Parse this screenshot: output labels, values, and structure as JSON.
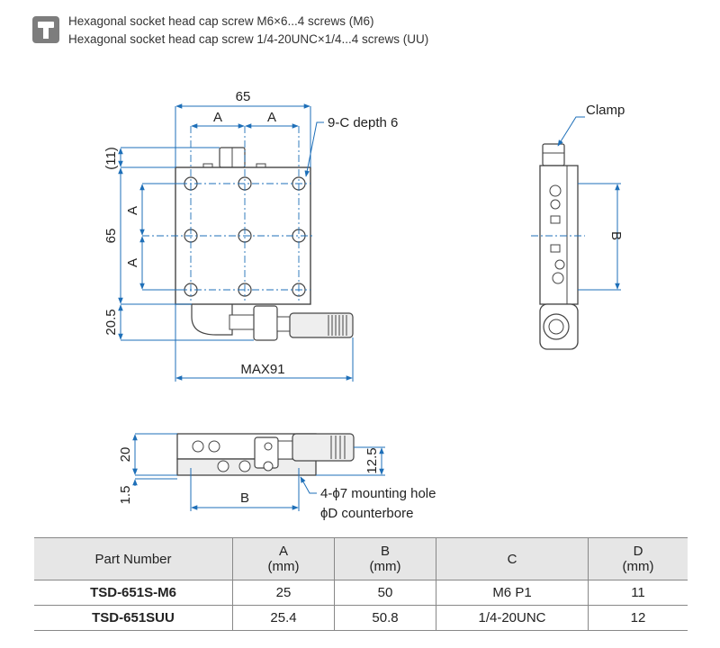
{
  "notes": {
    "line1": "Hexagonal socket head cap screw M6×6...4 screws (M6)",
    "line2": "Hexagonal socket head cap screw 1/4-20UNC×1/4...4 screws (UU)"
  },
  "drawing": {
    "top_view": {
      "width": "65",
      "pitch_x": "A",
      "pitch_x2": "A",
      "hole_note": "9-C depth 6",
      "offset_top": "(11)",
      "height": "65",
      "pitch_y": "A",
      "pitch_y2": "A",
      "micrometer_offset": "20.5",
      "max_width": "MAX91"
    },
    "side_view": {
      "clamp_label": "Clamp",
      "pitch": "B"
    },
    "front_view": {
      "height": "20",
      "base_height": "1.5",
      "table_height": "12.5",
      "pitch": "B",
      "mounting_note": "4-ϕ7 mounting hole",
      "counterbore_note": "ϕD counterbore"
    }
  },
  "table": {
    "headers": [
      {
        "label": "Part Number",
        "unit": ""
      },
      {
        "label": "A",
        "unit": "(mm)"
      },
      {
        "label": "B",
        "unit": "(mm)"
      },
      {
        "label": "C",
        "unit": ""
      },
      {
        "label": "D",
        "unit": "(mm)"
      }
    ],
    "rows": [
      [
        "TSD-651S-M6",
        "25",
        "50",
        "M6 P1",
        "11"
      ],
      [
        "TSD-651SUU",
        "25.4",
        "50.8",
        "1/4-20UNC",
        "12"
      ]
    ]
  },
  "colors": {
    "dimension": "#1e6fb8",
    "body": "#505050",
    "header_bg": "#e6e6e6"
  }
}
